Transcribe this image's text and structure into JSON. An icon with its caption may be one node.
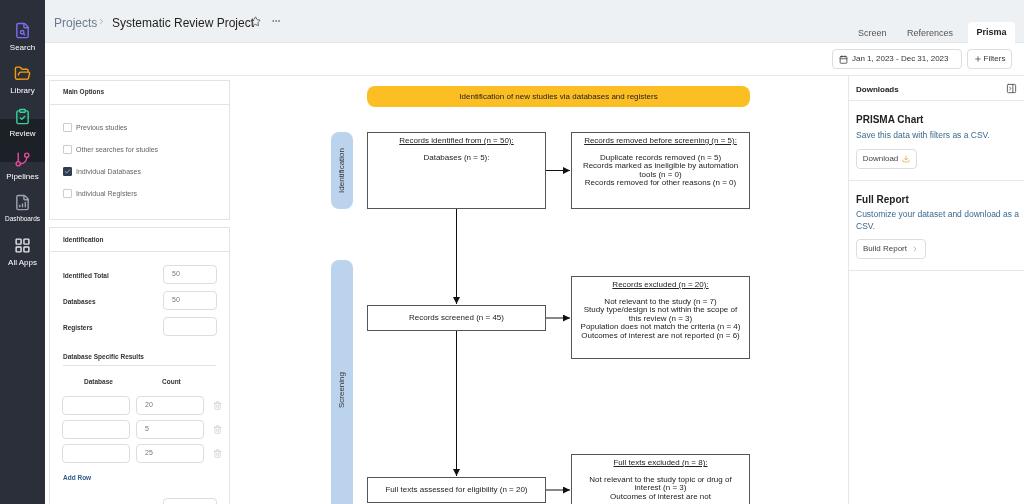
{
  "diagram": {
    "nodes": [
      {
        "text": [
          "Identification of new studies via databases and registers"
        ]
      },
      {
        "text": [
          "Identification"
        ]
      },
      {
        "text": [
          "Screening"
        ]
      },
      {
        "text": [
          "Records identified from (n = 50):",
          "Databases (n = 5):"
        ]
      },
      {
        "text": [
          "Records removed before screening (n = 5):",
          "Duplicate records removed (n = 5)",
          "Records marked as ineligible by automation tools (n = 0)",
          "Records removed for other reasons (n = 0)"
        ]
      },
      {
        "text": [
          "Records screened (n = 45)"
        ]
      },
      {
        "text": [
          "Records excluded (n = 20):",
          "Not relevant to the study (n = 7)",
          "Study type/design is not within the scope of this review (n = 3)",
          "Population does not match the criteria (n = 4)",
          "Outcomes of interest are not reported (n = 6)"
        ]
      },
      {
        "text": [
          "Full texts assessed for eligibility (n = 20)"
        ]
      },
      {
        "text": [
          "Full texts excluded (n = 8):",
          "Not relevant to the study topic or drug of interest (n = 3)",
          "Outcomes of interest are not"
        ]
      }
    ],
    "edges": [
      {
        "from": 3,
        "to": 4,
        "arrow": "to"
      },
      {
        "from": 3,
        "to": 5,
        "arrow": "to"
      },
      {
        "from": 5,
        "to": 6,
        "arrow": "to"
      },
      {
        "from": 5,
        "to": 7,
        "arrow": "to"
      },
      {
        "from": 7,
        "to": 8,
        "arrow": "to"
      }
    ],
    "labels": [
      "Projects",
      "Systematic Review Project",
      "Screen",
      "References",
      "Prisma",
      "Jan 1, 2023 - Dec 31, 2023",
      "Filters",
      "Search",
      "Library",
      "Review",
      "Pipelines",
      "Dashboards",
      "All Apps",
      "Main Options",
      "Previous studies",
      "Other searches for studies",
      "Individual Databases",
      "Individual Registers",
      "Identification",
      "Identified Total",
      "50",
      "Databases",
      "50",
      "Registers",
      "Database Specific Results",
      "Database",
      "Count",
      "20",
      "5",
      "25",
      "Add Row",
      "Downloads",
      "PRISMA Chart",
      "Save this data with filters as a CSV.",
      "Download",
      "Full Report",
      "Customize your dataset and download as a CSV.",
      "Build Report"
    ]
  }
}
